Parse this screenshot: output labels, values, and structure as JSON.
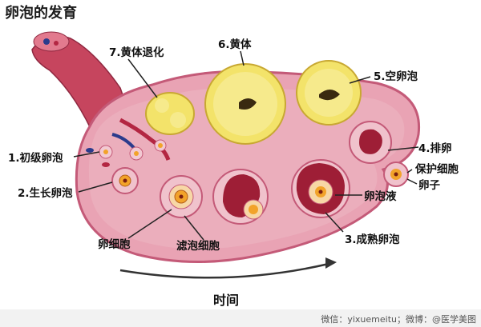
{
  "title": "卵泡的发育",
  "labels": {
    "primordial": "1.初级卵泡",
    "growing": "2.生长卵泡",
    "mature": "3.成熟卵泡",
    "ovulation": "4.排卵",
    "empty": "5.空卵泡",
    "corpus_luteum": "6.黄体",
    "regression": "7.黄体退化",
    "oocyte": "卵细胞",
    "granulosa": "滤泡细胞",
    "antrum": "卵泡液",
    "protective": "保护细胞",
    "egg": "卵子"
  },
  "time_label": "时间",
  "footer": "微信：yixuemeitu；微博：@医学美图",
  "colors": {
    "ovary": "#e9a3b4",
    "ovary_dark": "#c45a78",
    "luteum": "#f3e36a",
    "follicle_red": "#a8223c",
    "tube": "#c6455e"
  }
}
